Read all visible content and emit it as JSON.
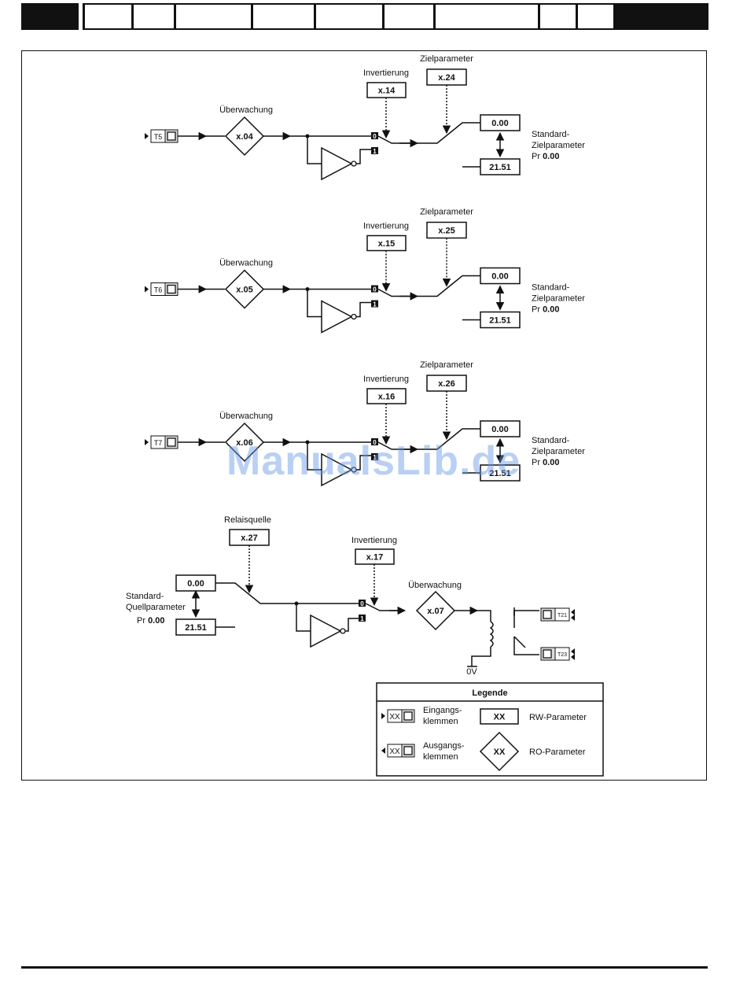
{
  "header": {
    "tab_count": 10
  },
  "blocks": [
    {
      "input_terminal": "T5",
      "monitor_label": "Überwachung",
      "monitor_param": "x.04",
      "invert_label": "Invertierung",
      "invert_param": "x.14",
      "dest_label": "Zielparameter",
      "dest_param": "x.24",
      "value_top": "0.00",
      "value_bottom": "21.51",
      "default_label_1": "Standard-",
      "default_label_2": "Zielparameter",
      "default_pr": "Pr",
      "default_value": "0.00"
    },
    {
      "input_terminal": "T6",
      "monitor_label": "Überwachung",
      "monitor_param": "x.05",
      "invert_label": "Invertierung",
      "invert_param": "x.15",
      "dest_label": "Zielparameter",
      "dest_param": "x.25",
      "value_top": "0.00",
      "value_bottom": "21.51",
      "default_label_1": "Standard-",
      "default_label_2": "Zielparameter",
      "default_pr": "Pr",
      "default_value": "0.00"
    },
    {
      "input_terminal": "T7",
      "monitor_label": "Überwachung",
      "monitor_param": "x.06",
      "invert_label": "Invertierung",
      "invert_param": "x.16",
      "dest_label": "Zielparameter",
      "dest_param": "x.26",
      "value_top": "0.00",
      "value_bottom": "21.51",
      "default_label_1": "Standard-",
      "default_label_2": "Zielparameter",
      "default_pr": "Pr",
      "default_value": "0.00"
    }
  ],
  "switch_labels": {
    "zero": "0",
    "one": "1"
  },
  "relay": {
    "source_label": "Relaisquelle",
    "source_param": "x.27",
    "invert_label": "Invertierung",
    "invert_param": "x.17",
    "monitor_label": "Überwachung",
    "monitor_param": "x.07",
    "value_top": "0.00",
    "value_bottom": "21.51",
    "default_label_1": "Standard-",
    "default_label_2": "Quellparameter",
    "default_pr": "Pr",
    "default_value": "0.00",
    "ground_label": "0V",
    "terminal_1": "T21",
    "terminal_2": "T23"
  },
  "legend": {
    "title": "Legende",
    "input_symbol": "XX",
    "input_label_1": "Eingangs-",
    "input_label_2": "klemmen",
    "output_symbol": "XX",
    "output_label_1": "Ausgangs-",
    "output_label_2": "klemmen",
    "rw_symbol": "XX",
    "rw_label": "RW-Parameter",
    "ro_symbol": "XX",
    "ro_label": "RO-Parameter"
  },
  "watermark": "ManualsLib.de"
}
